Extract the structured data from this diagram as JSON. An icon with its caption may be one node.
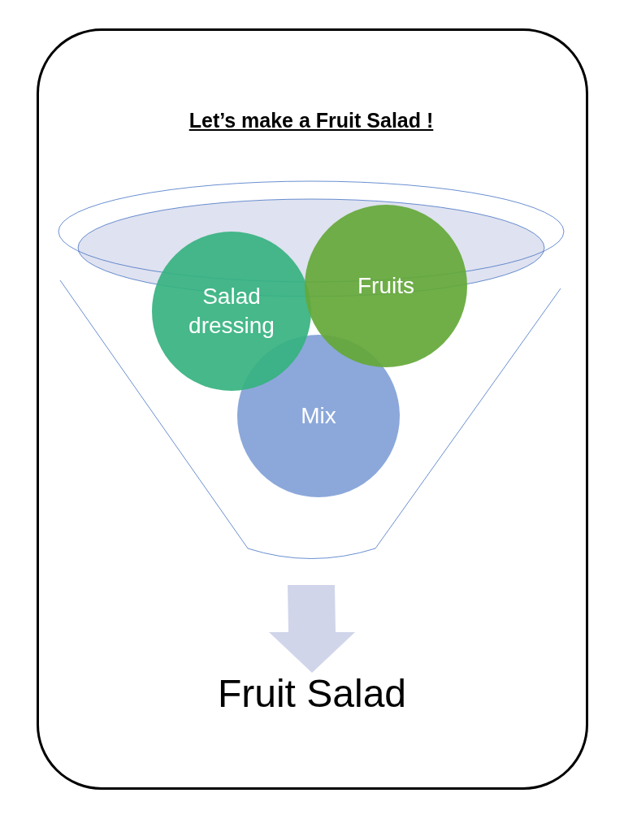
{
  "diagram": {
    "title": "Let’s make a Fruit Salad !",
    "nodes": [
      {
        "text": [],
        "shape": "funnel"
      },
      {
        "text": [
          "Salad dressing"
        ],
        "in": 0
      },
      {
        "text": [
          "Fruits"
        ],
        "in": 0
      },
      {
        "text": [
          "Mix"
        ],
        "in": 0
      },
      {
        "text": [
          "Fruit Salad"
        ]
      }
    ],
    "edges": [
      {
        "from": 0,
        "to": 4,
        "arrow": "to"
      }
    ]
  }
}
